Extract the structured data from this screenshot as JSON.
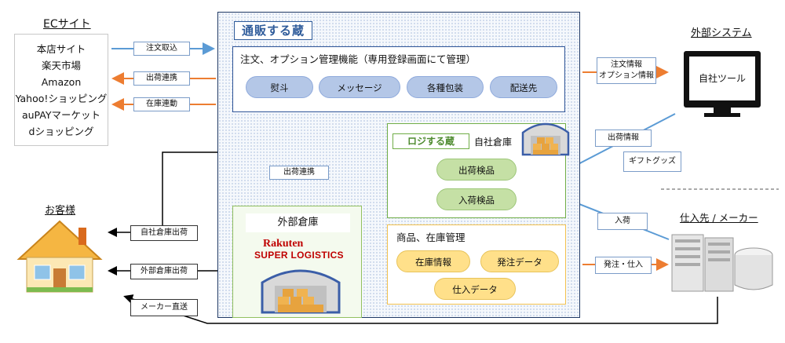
{
  "ec": {
    "title": "ECサイト",
    "sites": [
      "本店サイト",
      "楽天市場",
      "Amazon",
      "Yahoo!ショッピング",
      "auPAYマーケット",
      "dショッピング"
    ]
  },
  "flows": {
    "order_intake": "注文取込",
    "shipping_link": "出荷連携",
    "stock_link": "在庫連動",
    "shipping_link_ext": "出荷連携",
    "order_info_line1": "注文情報",
    "order_info_line2": "オプション情報",
    "shipping_info": "出荷情報",
    "gift_goods": "ギフトグッズ",
    "arrival": "入荷",
    "order_purchase": "発注・仕入",
    "own_wh_ship": "自社倉庫出荷",
    "ext_wh_ship": "外部倉庫出荷",
    "maker_direct": "メーカー直送"
  },
  "main": {
    "logo": "通販する蔵",
    "order_title": "注文、オプション管理機能（専用登録画面にて管理）",
    "order_pills": [
      "熨斗",
      "メッセージ",
      "各種包装",
      "配送先"
    ],
    "logi_logo": "ロジする蔵",
    "own_wh_label": "自社倉庫",
    "own_wh_pills": [
      "出荷検品",
      "入荷検品"
    ],
    "stock_title": "商品、在庫管理",
    "stock_pills": [
      "在庫情報",
      "発注データ",
      "仕入データ"
    ]
  },
  "ext_wh": {
    "title": "外部倉庫",
    "brand1": "Rakuten",
    "brand2": "SUPER LOGISTICS"
  },
  "ext_sys": {
    "title": "外部システム",
    "tool": "自社ツール"
  },
  "supplier": {
    "title": "仕入先 / メーカー"
  },
  "customer": {
    "title": "お客様"
  },
  "colors": {
    "blue_arrow": "#5b9bd5",
    "orange_arrow": "#ed7d31",
    "black_line": "#000000"
  }
}
